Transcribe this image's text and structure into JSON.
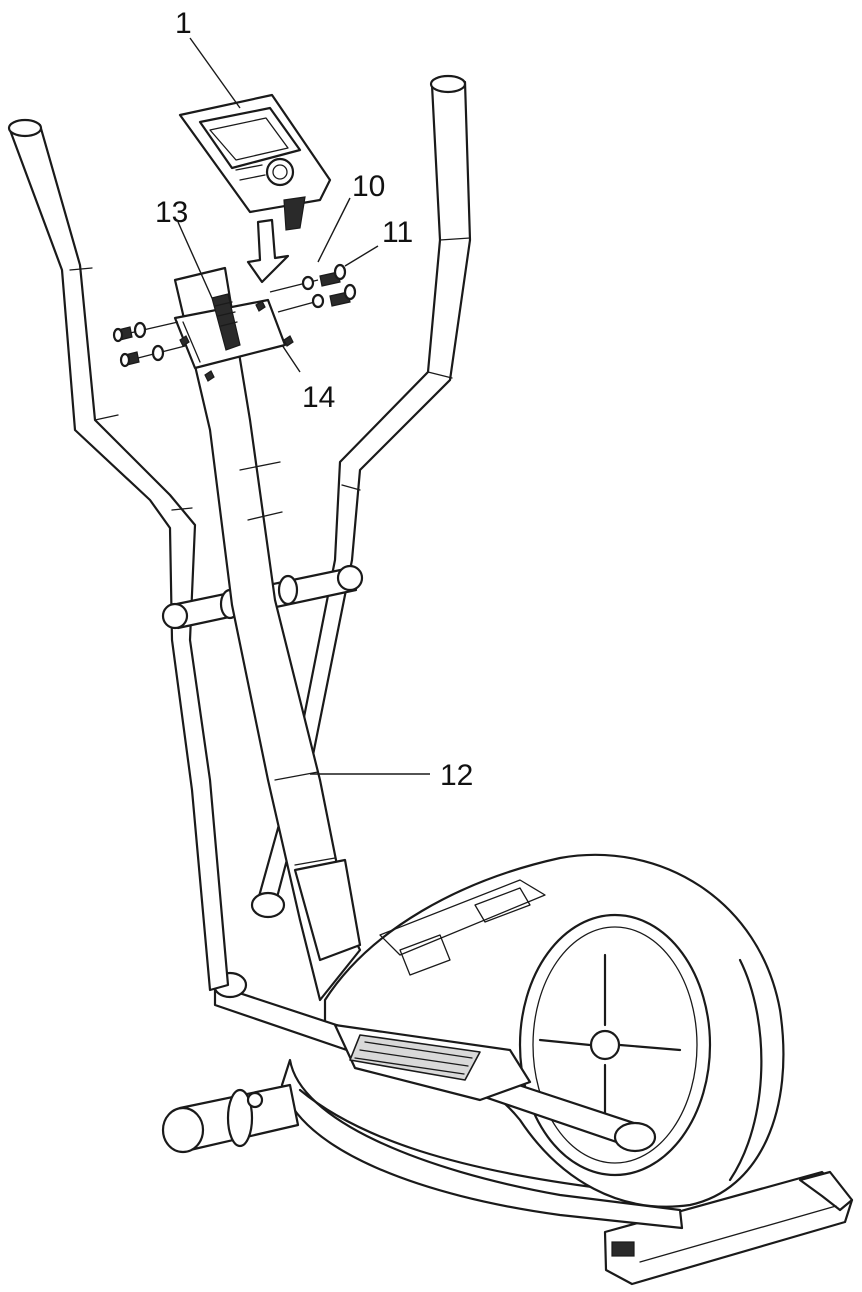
{
  "diagram": {
    "callouts": [
      {
        "id": "console",
        "label": "1"
      },
      {
        "id": "washer",
        "label": "10"
      },
      {
        "id": "bolt",
        "label": "11"
      },
      {
        "id": "front-post",
        "label": "12"
      },
      {
        "id": "cable",
        "label": "13"
      },
      {
        "id": "screw",
        "label": "14"
      }
    ],
    "colors": {
      "line": "#1a1a1a",
      "background": "#ffffff",
      "shade": "#d9d9d9"
    }
  }
}
